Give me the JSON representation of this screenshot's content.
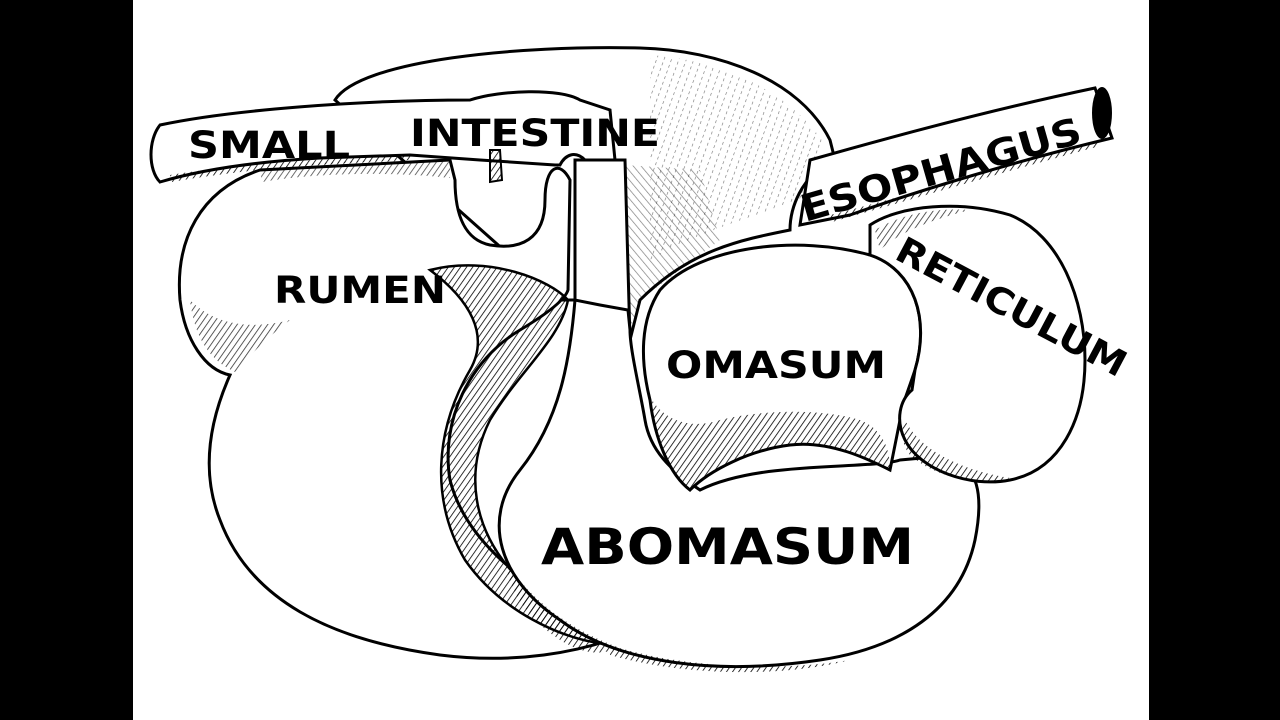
{
  "diagram": {
    "labels": {
      "small": "SMALL",
      "intestine": "INTESTINE",
      "esophagus": "ESOPHAGUS",
      "rumen": "RUMEN",
      "reticulum": "RETICULUM",
      "omasum": "OMASUM",
      "abomasum": "ABOMASUM"
    }
  },
  "colors": {
    "ink": "#000000",
    "paper": "#ffffff",
    "letterbox": "#000000"
  }
}
